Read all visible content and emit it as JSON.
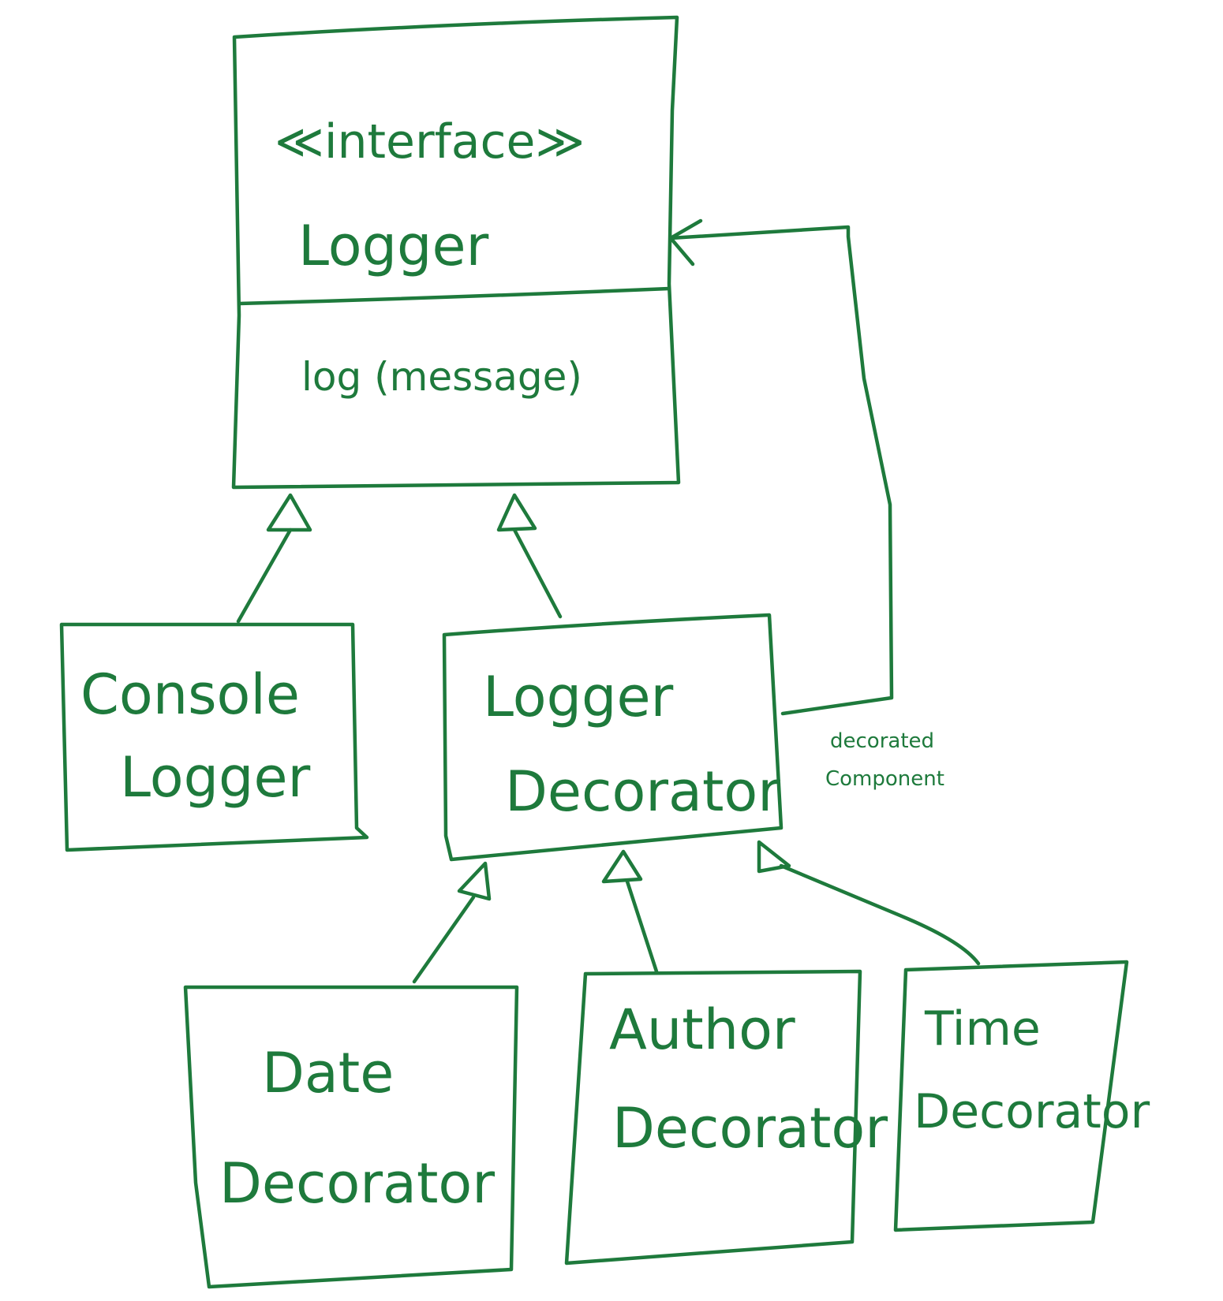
{
  "colors": {
    "ink": "#1e7a3c",
    "background": "#ffffff"
  },
  "interface": {
    "stereotype": "≪interface≫",
    "name": "Logger",
    "method": "log (message)"
  },
  "console_logger": {
    "line1": "Console",
    "line2": "Logger"
  },
  "logger_decorator": {
    "line1": "Logger",
    "line2": "Decorator"
  },
  "association": {
    "label_line1": "decorated",
    "label_line2": "Component"
  },
  "date_decorator": {
    "line1": "Date",
    "line2": "Decorator"
  },
  "author_decorator": {
    "line1": "Author",
    "line2": "Decorator"
  },
  "time_decorator": {
    "line1": "Time",
    "line2": "Decorator"
  }
}
